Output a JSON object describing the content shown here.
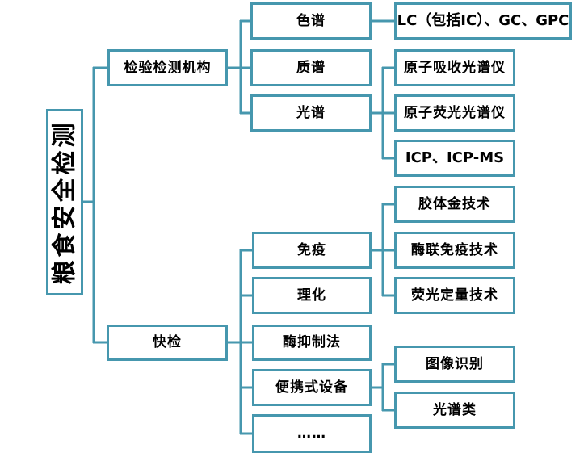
{
  "diagram": {
    "type": "tree-mindmap",
    "colors": {
      "border": "#4697ae",
      "text": "#000000",
      "background": "#ffffff"
    },
    "nodes": {
      "root": {
        "label": "粮食安全检测"
      },
      "jigou": {
        "label": "检验检测机构"
      },
      "kuaijian": {
        "label": "快检"
      },
      "sepu": {
        "label": "色谱"
      },
      "zhipu": {
        "label": "质谱"
      },
      "guangpu": {
        "label": "光谱"
      },
      "lc": {
        "label": "LC（包括IC）、GC、GPC"
      },
      "xishou": {
        "label": "原子吸收光谱仪"
      },
      "yingguangyi": {
        "label": "原子荧光光谱仪"
      },
      "icp": {
        "label": "ICP、ICP-MS"
      },
      "mianyi": {
        "label": "免疫"
      },
      "jiaotijin": {
        "label": "胶体金技术"
      },
      "meilian": {
        "label": "酶联免疫技术"
      },
      "yg_dl": {
        "label": "荧光定量技术"
      },
      "lihua": {
        "label": "理化"
      },
      "meiyizhi": {
        "label": "酶抑制法"
      },
      "bianxie": {
        "label": "便携式设备"
      },
      "tuxiang": {
        "label": "图像识别"
      },
      "guangpulei": {
        "label": "光谱类"
      },
      "ellipsis": {
        "label": "……"
      }
    },
    "hierarchy": {
      "root": [
        "jigou",
        "kuaijian"
      ],
      "jigou": [
        "sepu",
        "zhipu",
        "guangpu"
      ],
      "sepu": [
        "lc"
      ],
      "guangpu": [
        "xishou",
        "yingguangyi",
        "icp"
      ],
      "kuaijian": [
        "mianyi",
        "lihua",
        "meiyizhi",
        "bianxie",
        "ellipsis"
      ],
      "mianyi": [
        "jiaotijin",
        "meilian",
        "yg_dl"
      ],
      "bianxie": [
        "tuxiang",
        "guangpulei"
      ]
    }
  }
}
